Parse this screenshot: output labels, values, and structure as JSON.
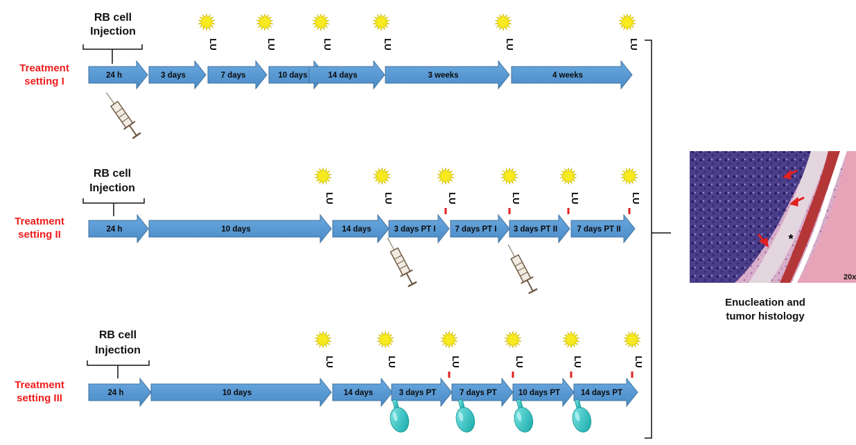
{
  "colors": {
    "arrow_fill": "#5b9bd5",
    "arrow_stroke": "#41719c",
    "label_red": "#ee1c1c",
    "sun": "#f7ea1e",
    "pt_tick": "#e02020",
    "dropper": "#26c6c6"
  },
  "rows": [
    {
      "label_line1": "Treatment",
      "label_line2": "setting I",
      "injection_line1": "RB cell",
      "injection_line2": "Injection",
      "arrows": [
        {
          "text": "24 h"
        },
        {
          "text": "3 days"
        },
        {
          "text": "7 days"
        },
        {
          "text": "10 days"
        },
        {
          "text": "14 days"
        },
        {
          "text": "3 weeks"
        },
        {
          "text": "4 weeks"
        }
      ],
      "lu_labels": [
        "LU",
        "LU",
        "LU",
        "LU",
        "LU",
        "LU"
      ]
    },
    {
      "label_line1": "Treatment",
      "label_line2": "setting II",
      "injection_line1": "RB cell",
      "injection_line2": "Injection",
      "arrows": [
        {
          "text": "24 h"
        },
        {
          "text": "10 days"
        },
        {
          "text": "14 days"
        },
        {
          "text": "3 days PT I"
        },
        {
          "text": "7 days PT I"
        },
        {
          "text": "3 days PT II"
        },
        {
          "text": "7 days PT II"
        }
      ],
      "lu_labels": [
        "LU",
        "LU",
        "LU",
        "LU",
        "LU",
        "LU"
      ]
    },
    {
      "label_line1": "Treatment",
      "label_line2": "setting III",
      "injection_line1": "RB cell",
      "injection_line2": "Injection",
      "arrows": [
        {
          "text": "24 h"
        },
        {
          "text": "10 days"
        },
        {
          "text": "14 days"
        },
        {
          "text": "3 days PT"
        },
        {
          "text": "7 days PT"
        },
        {
          "text": "10 days PT"
        },
        {
          "text": "14 days PT"
        }
      ],
      "lu_labels": [
        "LU",
        "LU",
        "LU",
        "LU",
        "LU",
        "LU"
      ]
    }
  ],
  "histology": {
    "magnification": "20x",
    "caption_line1": "Enucleation and",
    "caption_line2": "tumor histology"
  }
}
